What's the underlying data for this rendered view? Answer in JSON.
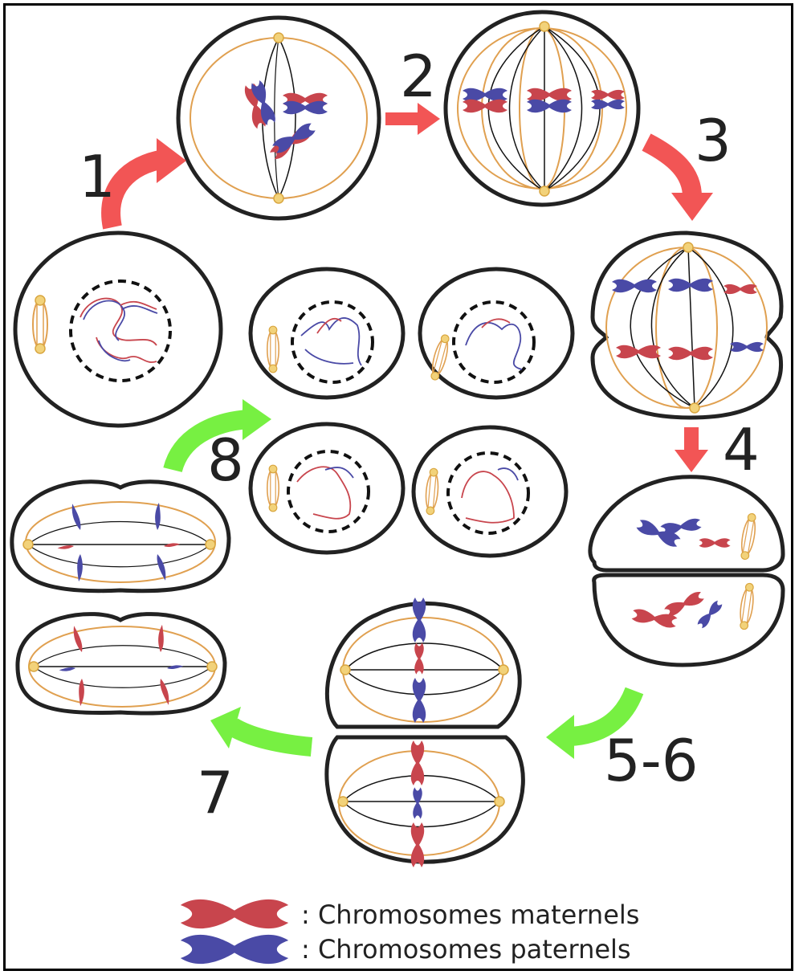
{
  "steps": {
    "s1": "1",
    "s2": "2",
    "s3": "3",
    "s4": "4",
    "s56": "5-6",
    "s7": "7",
    "s8": "8"
  },
  "legend": {
    "maternal": ": Chromosomes maternels",
    "paternal": ": Chromosomes paternels"
  },
  "colors": {
    "maternal": "#c8454d",
    "paternal": "#4a4aa6",
    "spindle": "#e0a050",
    "centrosome": "#f2d27a",
    "arrow_meiosis1": "#f25555",
    "arrow_meiosis2": "#77f042",
    "outline": "#222222"
  }
}
